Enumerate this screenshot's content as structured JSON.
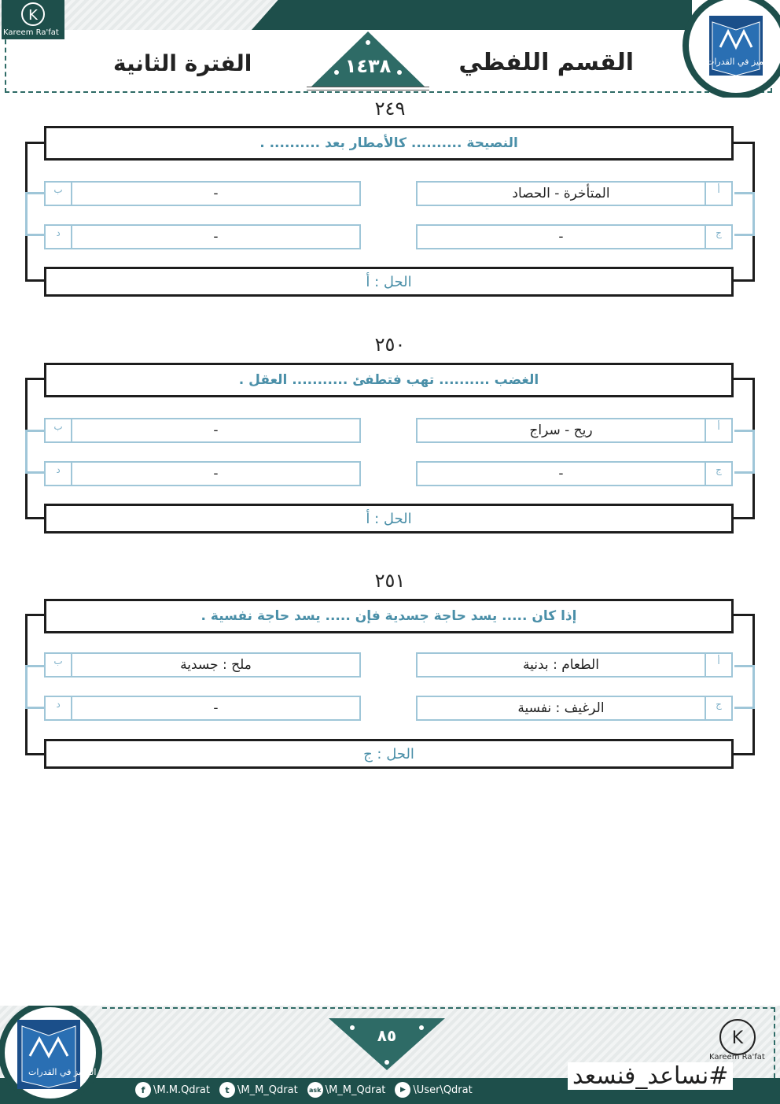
{
  "header": {
    "logo_caption": "Kareem Ra'fat",
    "section_title": "القسم اللفظي",
    "period_title": "الفترة الثانية",
    "year": "١٤٣٨",
    "book_logo_text": "المميز في القدرات"
  },
  "questions": [
    {
      "number": "٢٤٩",
      "text": "النصيحة .......... كالأمطار بعد .......... .",
      "options": [
        {
          "letter": "أ",
          "value": "المتأخرة - الحصاد"
        },
        {
          "letter": "ب",
          "value": "-"
        },
        {
          "letter": "ج",
          "value": "-"
        },
        {
          "letter": "د",
          "value": "-"
        }
      ],
      "answer": "الحل : أ"
    },
    {
      "number": "٢٥٠",
      "text": "الغضب .......... تهب فتطفئ ........... العقل .",
      "options": [
        {
          "letter": "أ",
          "value": "ريح - سراج"
        },
        {
          "letter": "ب",
          "value": "-"
        },
        {
          "letter": "ج",
          "value": "-"
        },
        {
          "letter": "د",
          "value": "-"
        }
      ],
      "answer": "الحل : أ"
    },
    {
      "number": "٢٥١",
      "text": "إذا كان ..... يسد حاجة جسدية فإن ..... يسد حاجة نفسية .",
      "options": [
        {
          "letter": "أ",
          "value": "الطعام : بدنية"
        },
        {
          "letter": "ب",
          "value": "ملح : جسدية"
        },
        {
          "letter": "ج",
          "value": "الرغيف : نفسية"
        },
        {
          "letter": "د",
          "value": "-"
        }
      ],
      "answer": "الحل : ج"
    }
  ],
  "footer": {
    "page_number": "٨٥",
    "hashtag": "#نساعد_فنسعد",
    "logo_caption": "Kareem Ra'fat",
    "book_logo_text": "المميز في القدرات",
    "socials": [
      {
        "icon": "facebook-icon",
        "glyph": "f",
        "handle": "\\M.M.Qdrat"
      },
      {
        "icon": "twitter-icon",
        "glyph": "t",
        "handle": "\\M_M_Qdrat"
      },
      {
        "icon": "ask-icon",
        "glyph": "ask",
        "handle": "\\M_M_Qdrat"
      },
      {
        "icon": "youtube-icon",
        "glyph": "▶",
        "handle": "\\User\\Qdrat"
      }
    ]
  },
  "colors": {
    "teal_dark": "#1e4f4b",
    "question_blue": "#4a8fa8",
    "option_border": "#9fc6d8",
    "text_dark": "#222222"
  }
}
